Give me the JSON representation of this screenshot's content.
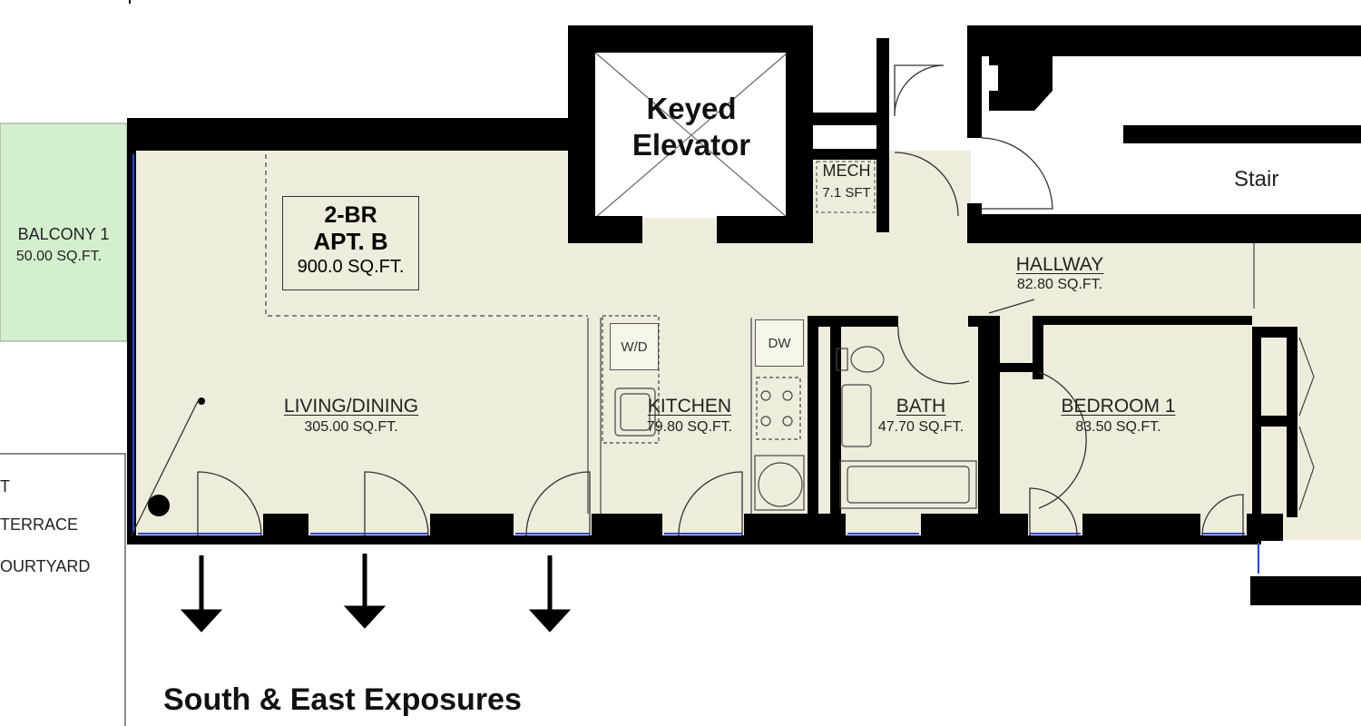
{
  "apartment": {
    "line1": "2-BR",
    "line2": "APT. B",
    "area": "900.0 SQ.FT."
  },
  "elevator": {
    "line1": "Keyed",
    "line2": "Elevator"
  },
  "rooms": {
    "balcony": {
      "name": "BALCONY 1",
      "area": "50.00 SQ.FT."
    },
    "living": {
      "name": "LIVING/DINING",
      "area": "305.00 SQ.FT."
    },
    "kitchen": {
      "name": "KITCHEN",
      "area": "79.80 SQ.FT."
    },
    "bath": {
      "name": "BATH",
      "area": "47.70 SQ.FT."
    },
    "bedroom": {
      "name": "BEDROOM 1",
      "area": "83.50 SQ.FT."
    },
    "hallway": {
      "name": "HALLWAY",
      "area": "82.80 SQ.FT."
    },
    "mech": {
      "name": "MECH",
      "area": "7.1 SFT"
    },
    "stair": {
      "name": "Stair"
    }
  },
  "terrace_lines": [
    "T",
    "TERRACE",
    "OURTYARD"
  ],
  "appliances": {
    "washer_dryer": "W/D",
    "dishwasher": "DW"
  },
  "exposure": "South & East Exposures",
  "colors": {
    "floor": "#efecdc",
    "balcony": "#d4efce",
    "wall": "#000000",
    "window": "#2a46d6"
  }
}
